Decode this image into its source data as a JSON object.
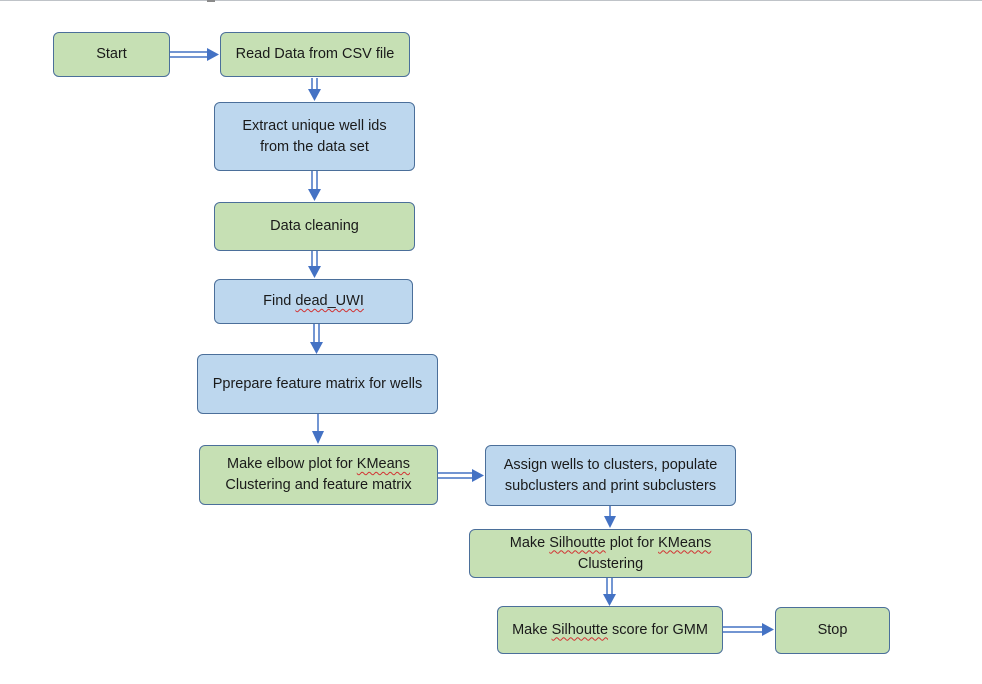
{
  "nodes": {
    "start": "Start",
    "read": "Read Data from CSV file",
    "extract": "Extract unique well ids from the data set",
    "cleaning": "Data cleaning",
    "find_prefix": "Find ",
    "find_word": "dead_UWI",
    "prepare": "Pprepare feature matrix for wells",
    "elbow_line1_prefix": "Make elbow plot for ",
    "elbow_line1_word": "KMeans",
    "elbow_line2": "Clustering and feature matrix",
    "assign_line1": "Assign wells to clusters, populate",
    "assign_line2": "subclusters and print subclusters",
    "silplot_prefix": "Make ",
    "silplot_word1": "Silhoutte",
    "silplot_mid": " plot for ",
    "silplot_word2": "KMeans",
    "silplot_suffix": " Clustering",
    "silscore_prefix": "Make ",
    "silscore_word": "Silhoutte",
    "silscore_suffix": " score for GMM",
    "stop": "Stop"
  },
  "colors": {
    "process_green": "#c6e0b4",
    "process_blue": "#bdd7ee",
    "border": "#4b6f9a",
    "arrow": "#4472c4",
    "spellcheck_underline": "#d23232"
  }
}
